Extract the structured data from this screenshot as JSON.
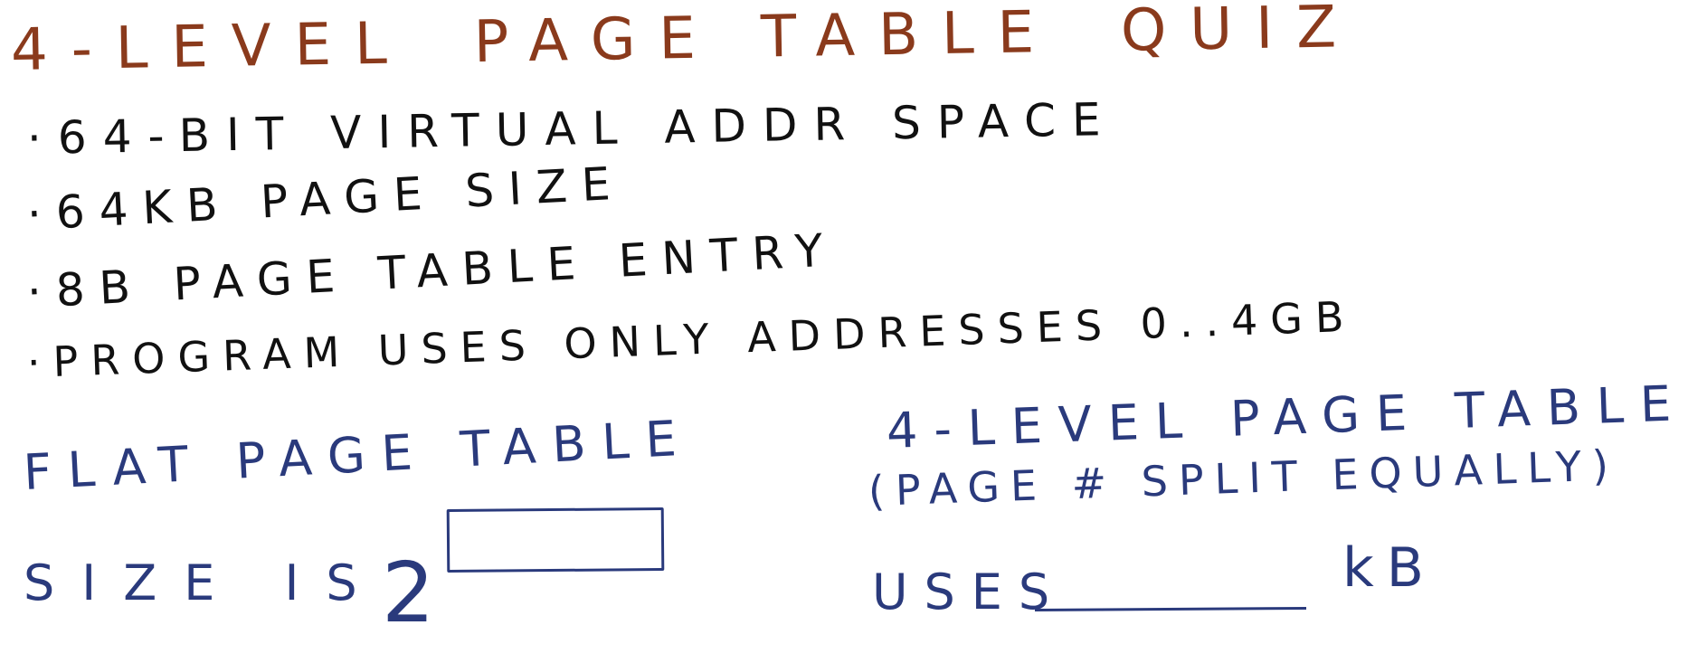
{
  "title": {
    "part1": "4-LEVEL",
    "part2": "PAGE TABLE",
    "part3": "QUIZ"
  },
  "bullets": [
    "·64-BIT VIRTUAL ADDR SPACE",
    "·64kB PAGE SIZE",
    "·8B PAGE TABLE ENTRY",
    "·PROGRAM USES ONLY ADDRESSES 0..4GB"
  ],
  "flat": {
    "heading": "FLAT PAGE TABLE",
    "size_label": "SIZE IS",
    "base": "2",
    "exponent_answer": ""
  },
  "multi": {
    "heading": "4-LEVEL PAGE TABLE",
    "subheading": "(PAGE # SPLIT EQUALLY)",
    "uses_label": "USES",
    "answer": "",
    "unit": "kB"
  },
  "colors": {
    "title": "#8a3a1c",
    "facts": "#111111",
    "questions": "#2a3a7c",
    "background": "#ffffff"
  }
}
